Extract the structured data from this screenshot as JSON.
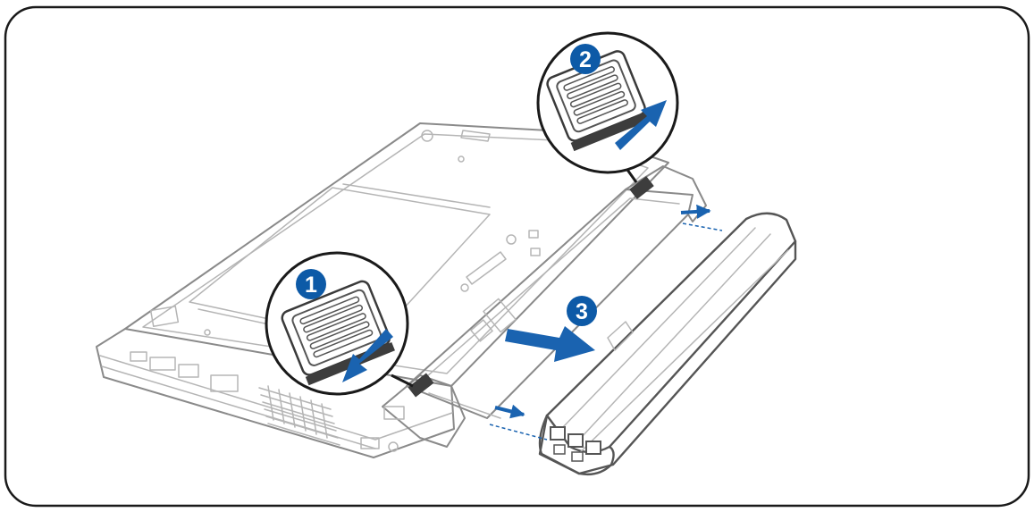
{
  "steps": [
    {
      "number": "1"
    },
    {
      "number": "2"
    },
    {
      "number": "3"
    }
  ],
  "colors": {
    "accent_blue": "#1a63b0",
    "badge_blue": "#0d5aa7",
    "badge_text": "#ffffff",
    "outline": "#8a8a8a",
    "frame": "#1a1a1a",
    "latch_dark": "#3d3d3d"
  }
}
